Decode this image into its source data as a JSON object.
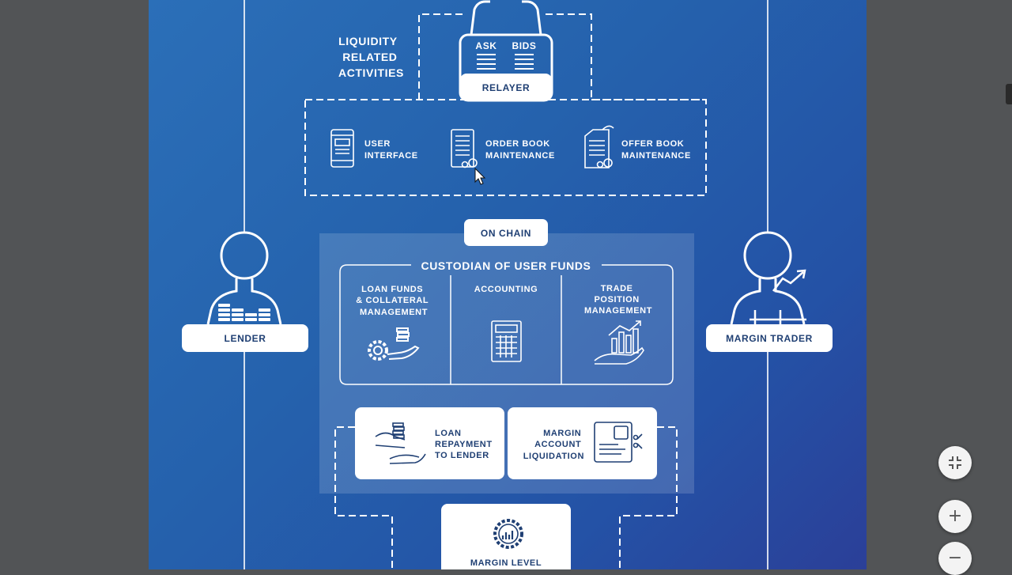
{
  "diagram": {
    "liquidity_title": [
      "LIQUIDITY",
      "RELATED",
      "ACTIVITIES"
    ],
    "relayer": {
      "ask": "ASK",
      "bids": "BIDS",
      "label": "RELAYER"
    },
    "offchain_items": [
      {
        "icon": "phone-icon",
        "lines": [
          "USER",
          "INTERFACE"
        ]
      },
      {
        "icon": "order-book-icon",
        "lines": [
          "ORDER BOOK",
          "MAINTENANCE"
        ]
      },
      {
        "icon": "offer-book-icon",
        "lines": [
          "OFFER BOOK",
          "MAINTENANCE"
        ]
      }
    ],
    "on_chain": "ON CHAIN",
    "custodian_title": "CUSTODIAN OF USER FUNDS",
    "custodian_cells": [
      {
        "icon": "gear-coins-hand-icon",
        "lines": [
          "LOAN FUNDS",
          "& COLLATERAL",
          "MANAGEMENT"
        ]
      },
      {
        "icon": "calculator-icon",
        "lines": [
          "ACCOUNTING"
        ]
      },
      {
        "icon": "growth-chart-hand-icon",
        "lines": [
          "TRADE",
          "POSITION",
          "MANAGEMENT"
        ]
      }
    ],
    "lender": "LENDER",
    "margin_trader": "MARGIN TRADER",
    "loan_repayment": [
      "LOAN",
      "REPAYMENT",
      "TO LENDER"
    ],
    "margin_liquidation": [
      "MARGIN",
      "ACCOUNT",
      "LIQUIDATION"
    ],
    "margin_level": "MARGIN LEVEL",
    "colors": {
      "background": "#2562ad",
      "line": "#ffffff",
      "dark_text": "#1f3f73",
      "viewer_bg": "#525456"
    }
  },
  "viewer_controls": {
    "fit_icon": "exit-fullscreen-icon",
    "zoom_in": "+",
    "zoom_out": "−"
  }
}
